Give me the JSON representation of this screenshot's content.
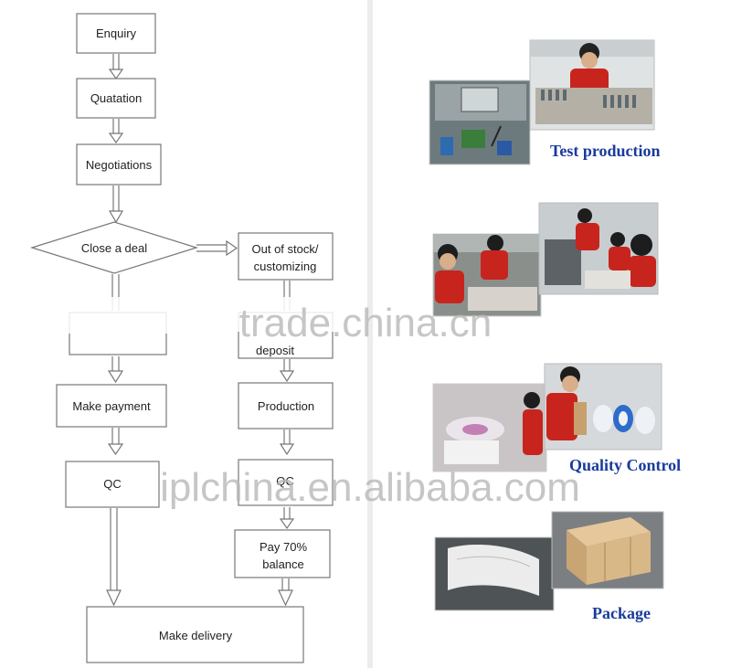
{
  "flowchart": {
    "enquiry": "Enquiry",
    "quotation": "Quatation",
    "negotiations": "Negotiations",
    "close_deal": "Close a deal",
    "out_of_stock_line1": "Out of stock/",
    "out_of_stock_line2": "customizing",
    "deposit": "deposit",
    "make_payment": "Make payment",
    "production": "Production",
    "qc_left": "QC",
    "qc_right": "QC",
    "pay_line1": "Pay 70%",
    "pay_line2": "balance",
    "make_delivery": "Make delivery"
  },
  "steps": {
    "test_production": "Test production",
    "quality_control": "Quality Control",
    "package": "Package"
  },
  "watermarks": {
    "trade": "trade.china.cn",
    "ipl": "iplchina.en.alibaba.com"
  },
  "colors": {
    "caption": "#1a3a9c",
    "box_stroke": "#777777",
    "divider": "#d5d5d5",
    "shirt_red": "#c8241e"
  }
}
